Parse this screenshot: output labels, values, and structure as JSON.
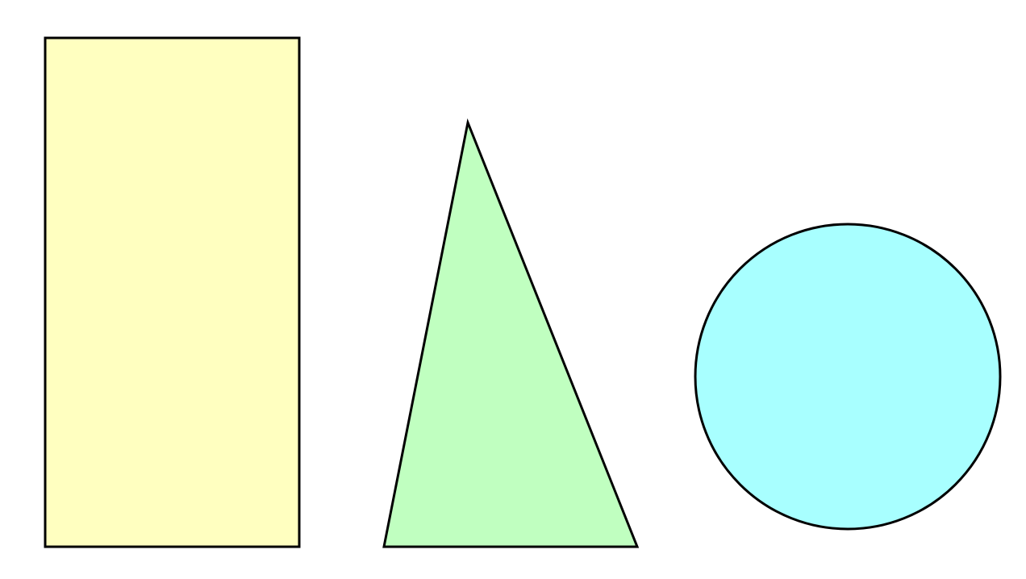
{
  "background": "#ffffff",
  "shapes": [
    {
      "name": "rectangle",
      "fill": "#ffffc0",
      "stroke": "#000000"
    },
    {
      "name": "triangle",
      "fill": "#c0ffc0",
      "stroke": "#000000"
    },
    {
      "name": "circle",
      "fill": "#a8ffff",
      "stroke": "#000000"
    }
  ]
}
